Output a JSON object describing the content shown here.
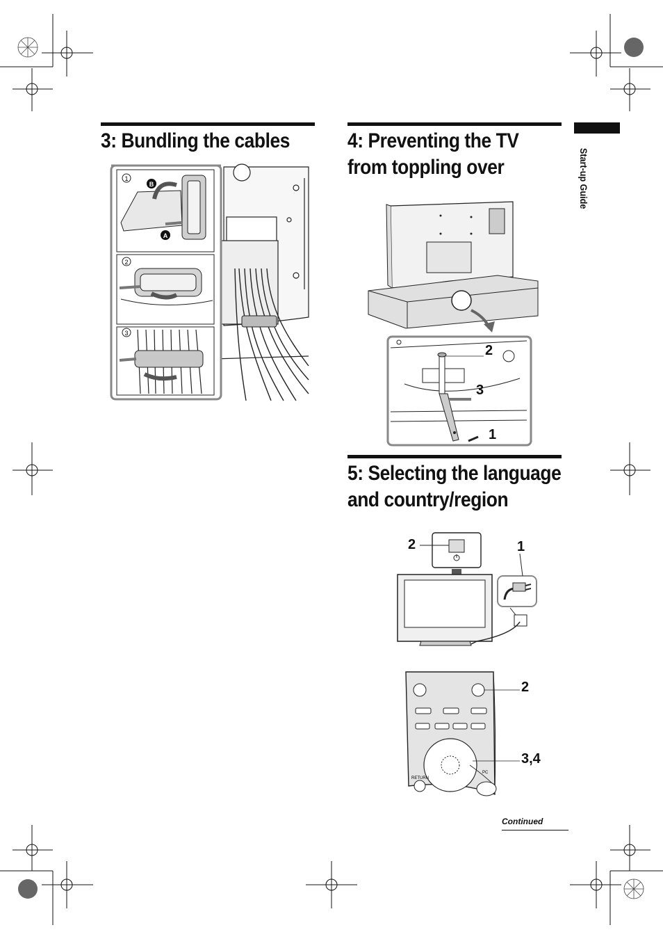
{
  "sidebar": {
    "label": "Start-up Guide"
  },
  "section3": {
    "heading": "3: Bundling the cables",
    "steps": [
      "1",
      "2",
      "3"
    ],
    "markers": [
      "B",
      "A"
    ]
  },
  "section4": {
    "heading_line1": "4: Preventing the TV",
    "heading_line2": "from toppling over",
    "callouts": [
      "2",
      "3",
      "1"
    ]
  },
  "section5": {
    "heading_line1": "5: Selecting the language",
    "heading_line2": "and country/region",
    "tv_callouts": [
      "2",
      "1"
    ],
    "remote_callouts": [
      "2",
      "3,4"
    ],
    "remote_labels": {
      "return": "RETURN",
      "pc": "PC"
    }
  },
  "footer": {
    "continued": "Continued"
  }
}
